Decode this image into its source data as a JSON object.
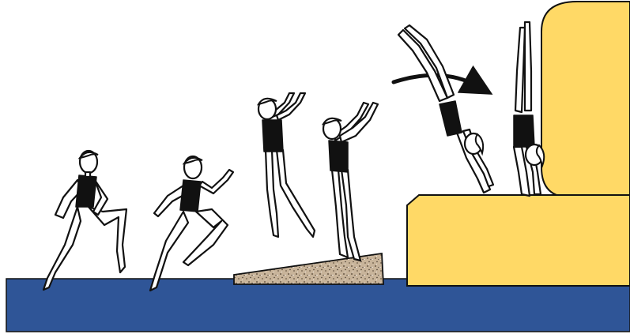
{
  "colors": {
    "floor": "#2f5597",
    "block": "#ffd966",
    "block_stroke": "#111111",
    "ramp": "#c8b49a",
    "ramp_speckle": "#6b5a48",
    "arrow": "#111111",
    "suit": "#111111"
  },
  "sequence": [
    "run-stride-1",
    "run-stride-2",
    "jump-arms-up",
    "take-off-on-springboard",
    "dive-forward-rotation",
    "handstand-on-mat-stack"
  ],
  "apparatus": [
    "floor-mat",
    "springboard",
    "low-block",
    "tall-block"
  ]
}
